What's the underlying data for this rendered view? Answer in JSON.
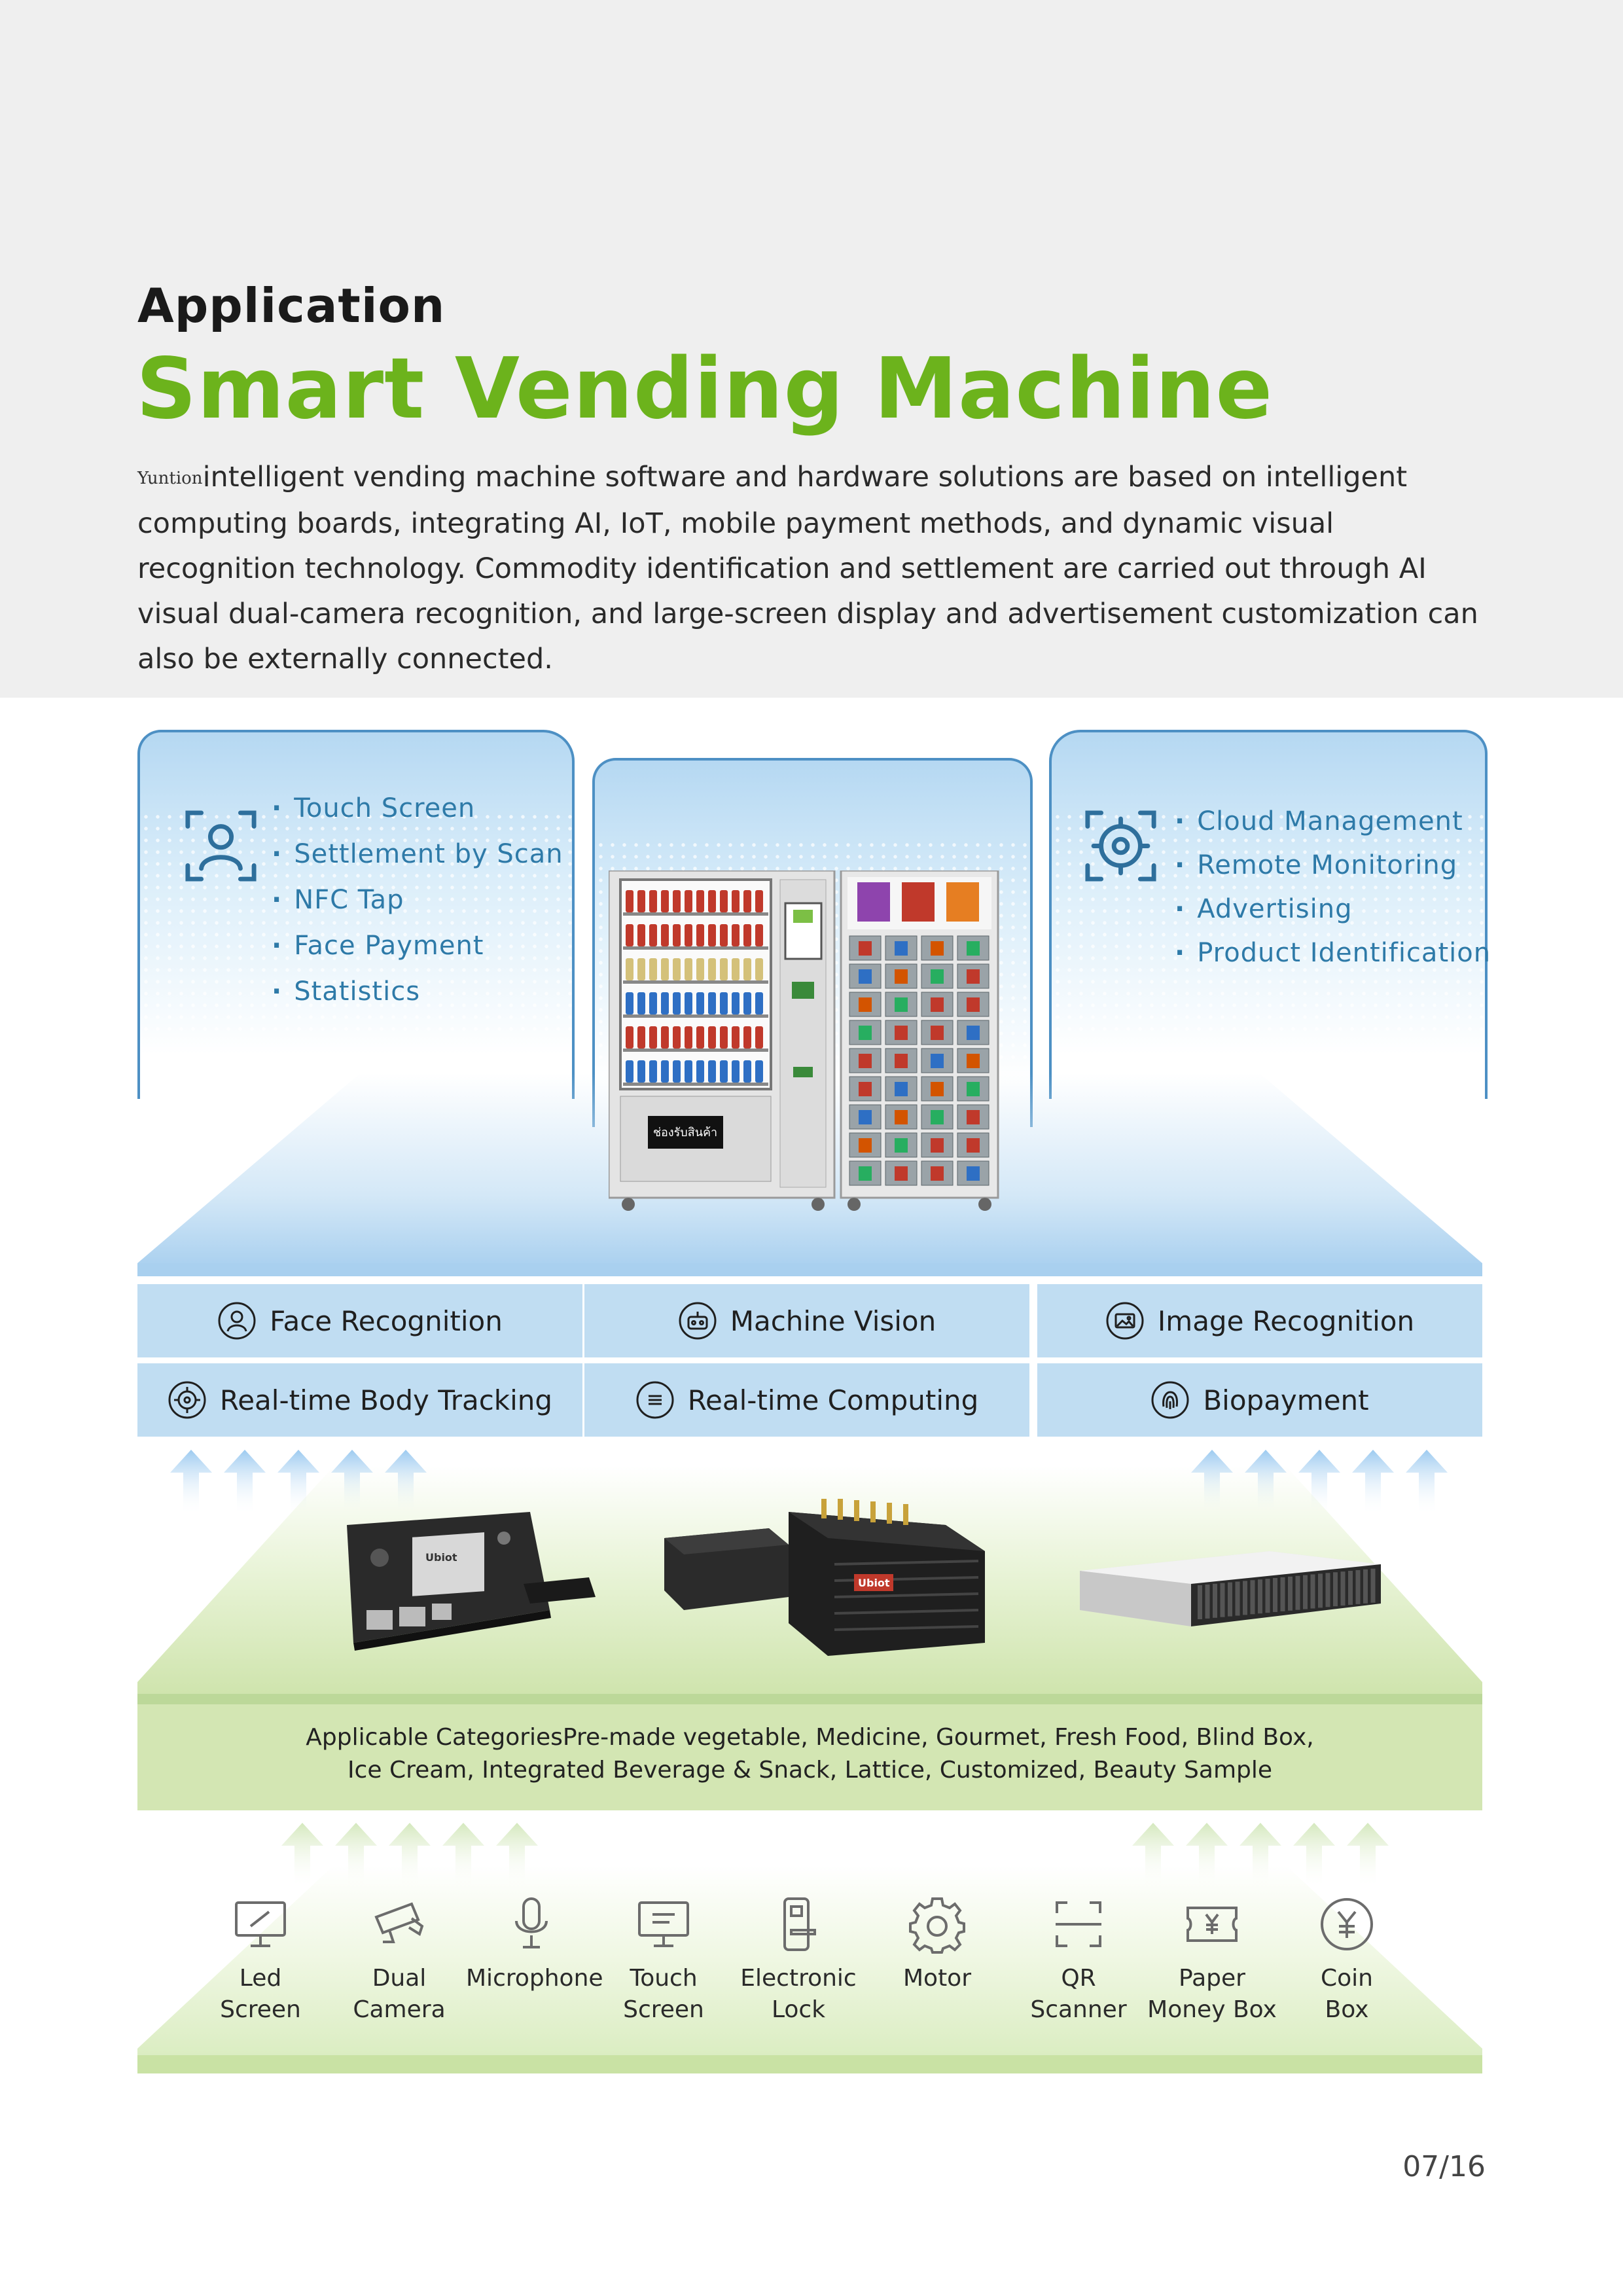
{
  "header": {
    "kicker": "Application",
    "title": "Smart Vending Machine",
    "brand": "Yuntion",
    "intro": "intelligent vending machine software and hardware solutions are based on intelligent computing boards, integrating AI, IoT,  mobile payment methods, and dynamic visual recognition technology. Commodity identification and settlement are carried out through AI visual dual-camera recognition, and large-screen display and advertisement customization can also be externally connected."
  },
  "left_panel": {
    "icon": "user-scan-icon",
    "items": [
      "Touch Screen",
      "Settlement  by  Scan",
      "NFC  Tap",
      "Face  Payment",
      "Statistics"
    ]
  },
  "right_panel": {
    "icon": "target-scan-icon",
    "items": [
      "Cloud Management",
      "Remote Monitoring",
      "Advertising",
      "Product Identification"
    ]
  },
  "machine_screen_text": "ช่องรับสินค้า",
  "features": [
    {
      "label": "Face Recognition",
      "icon": "face-icon"
    },
    {
      "label": "Machine Vision",
      "icon": "robot-icon"
    },
    {
      "label": "Image Recognition",
      "icon": "image-icon"
    },
    {
      "label": "Real-time Body Tracking",
      "icon": "crosshair-icon"
    },
    {
      "label": "Real-time Computing",
      "icon": "list-icon"
    },
    {
      "label": "Biopayment",
      "icon": "fingerprint-icon"
    }
  ],
  "hardware": {
    "board_brand": "Ubiot",
    "box_brand": "Ubiot"
  },
  "categories": {
    "line1": "Applicable CategoriesPre-made vegetable, Medicine, Gourmet, Fresh Food, Blind Box,",
    "line2": "Ice Cream, Integrated Beverage & Snack, Lattice, Customized, Beauty Sample"
  },
  "peripherals": [
    {
      "line1": "Led",
      "line2": "Screen",
      "icon": "monitor-icon"
    },
    {
      "line1": "Dual",
      "line2": "Camera",
      "icon": "cctv-camera-icon"
    },
    {
      "line1": "Microphone",
      "line2": "",
      "icon": "microphone-icon"
    },
    {
      "line1": "Touch",
      "line2": "Screen",
      "icon": "touch-screen-icon"
    },
    {
      "line1": "Electronic",
      "line2": "Lock",
      "icon": "lock-icon"
    },
    {
      "line1": "Motor",
      "line2": "",
      "icon": "gear-icon"
    },
    {
      "line1": "QR",
      "line2": "Scanner",
      "icon": "qr-scanner-icon"
    },
    {
      "line1": "Paper",
      "line2": "Money Box",
      "icon": "banknote-icon"
    },
    {
      "line1": "Coin",
      "line2": "Box",
      "icon": "coin-icon"
    }
  ],
  "page_number": "07/16",
  "colors": {
    "accent_green": "#6cb31c",
    "accent_blue": "#2e7aa8",
    "feature_bg": "#c0ddf2"
  }
}
